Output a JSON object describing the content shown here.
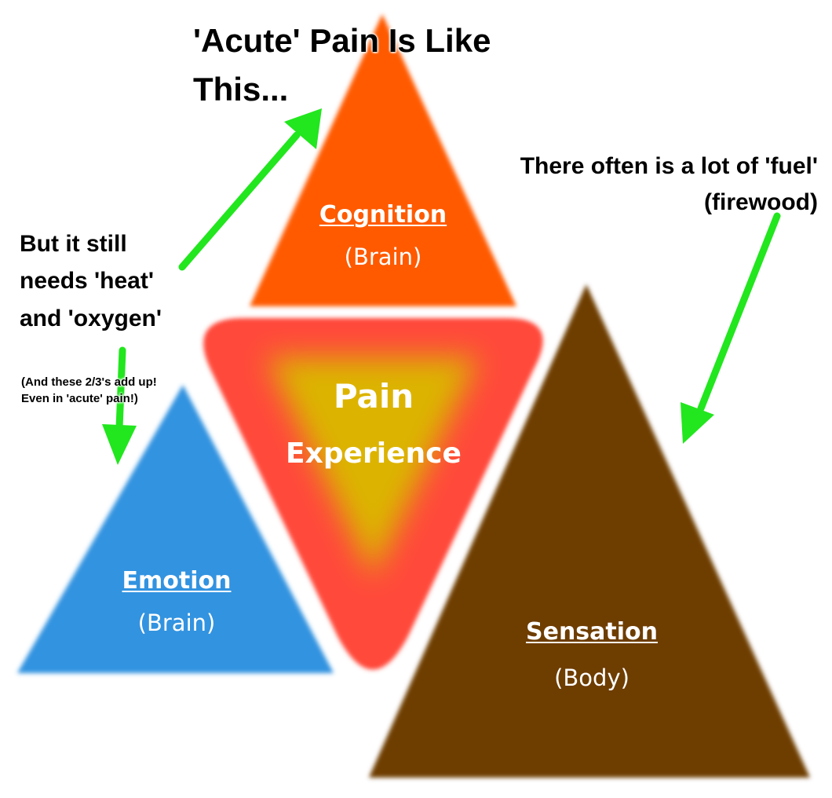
{
  "heading": {
    "line1": "'Acute' Pain Is Like",
    "line2": "This..."
  },
  "annotations": {
    "fuel_line1": "There often is a lot of 'fuel'",
    "fuel_line2": "(firewood)",
    "heat_line1": "But it still",
    "heat_line2": "needs 'heat'",
    "heat_line3": "and 'oxygen'",
    "small_line1": "(And these 2/3's add up!",
    "small_line2": "Even in 'acute' pain!)"
  },
  "triangles": {
    "cognition": {
      "title": "Cognition",
      "subtitle": "(Brain)",
      "color": "#ff5a00"
    },
    "emotion": {
      "title": "Emotion",
      "subtitle": "(Brain)",
      "color": "#3193e0"
    },
    "sensation": {
      "title": "Sensation",
      "subtitle": "(Body)",
      "color": "#6e3c00"
    },
    "pain": {
      "title": "Pain",
      "subtitle": "Experience",
      "outer_color": "#ff4a3a",
      "inner_color": "#dcb400"
    }
  },
  "arrow_color": "#22e61e"
}
